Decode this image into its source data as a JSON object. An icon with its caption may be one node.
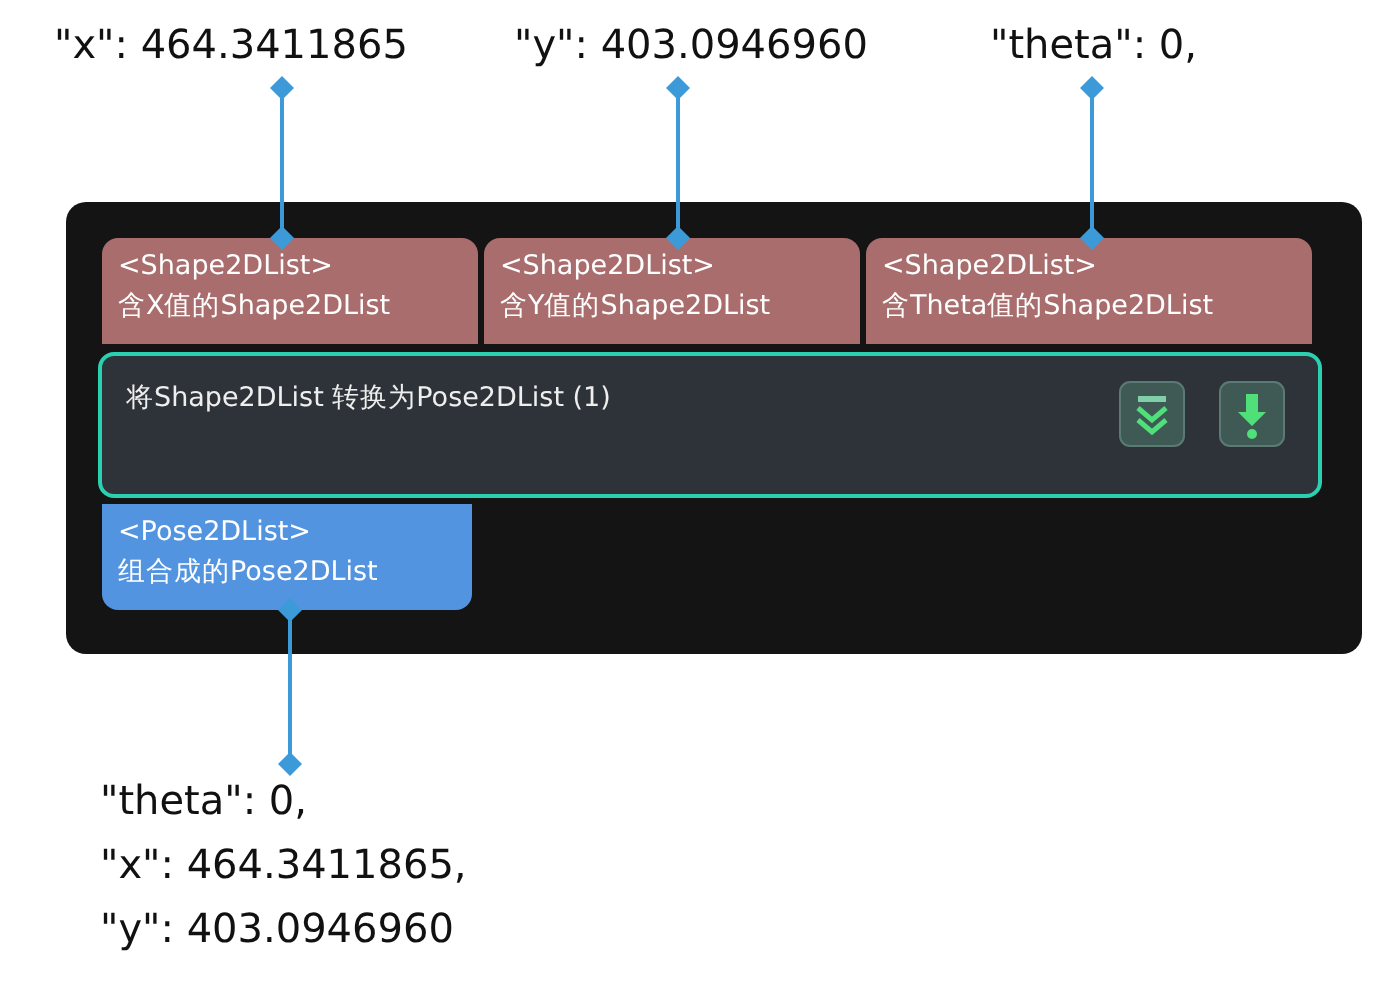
{
  "diagram": {
    "nodes": [
      {
        "text": [
          "\"x\": 464.3411865"
        ]
      },
      {
        "text": [
          "\"y\": 403.0946960"
        ]
      },
      {
        "text": [
          "\"theta\": 0,"
        ]
      },
      {
        "text": [],
        "shape": "box"
      },
      {
        "text": [
          "<Shape2DList>",
          "含X值的Shape2DList"
        ],
        "in": 3
      },
      {
        "text": [
          "<Shape2DList>",
          "含Y值的Shape2DList"
        ],
        "in": 3
      },
      {
        "text": [
          "<Shape2DList>",
          "含Theta值的Shape2DList"
        ],
        "in": 3
      },
      {
        "text": [
          "将Shape2DList 转换为Pose2DList (1)"
        ],
        "in": 3
      },
      {
        "text": [
          "<Pose2DList>",
          "组合成的Pose2DList"
        ],
        "in": 3
      },
      {
        "text": [
          "\"theta\": 0,",
          "\"x\": 464.3411865,",
          "\"y\": 403.0946960"
        ]
      }
    ],
    "edges": [
      {
        "from": 0,
        "to": 4,
        "arrow": "other"
      },
      {
        "from": 1,
        "to": 5,
        "arrow": "other"
      },
      {
        "from": 2,
        "to": 6,
        "arrow": "other"
      },
      {
        "from": 8,
        "to": 9,
        "arrow": "other"
      }
    ]
  }
}
